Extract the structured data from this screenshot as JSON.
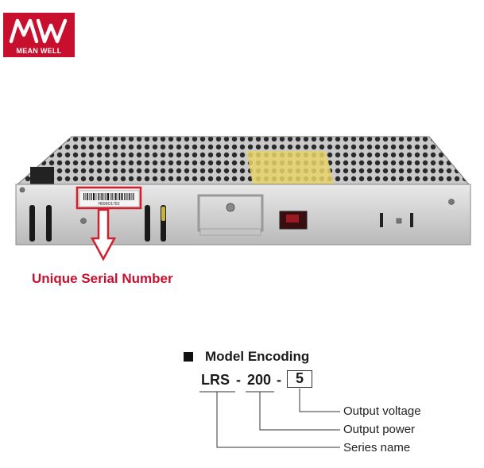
{
  "brand": {
    "logo_mark": "MW",
    "logo_text": "MEAN WELL"
  },
  "product": {
    "label_serial_text": "H696O1762",
    "callout": "Unique Serial Number"
  },
  "model_encoding": {
    "title": "Model Encoding",
    "series": "LRS",
    "dash1": "-",
    "power": "200",
    "dash2": "-",
    "voltage": "5",
    "descriptions": {
      "voltage": "Output voltage",
      "power": "Output power",
      "series": "Series name"
    }
  },
  "colors": {
    "brand_red": "#c8102e",
    "text_dark": "#1a1a1a"
  }
}
